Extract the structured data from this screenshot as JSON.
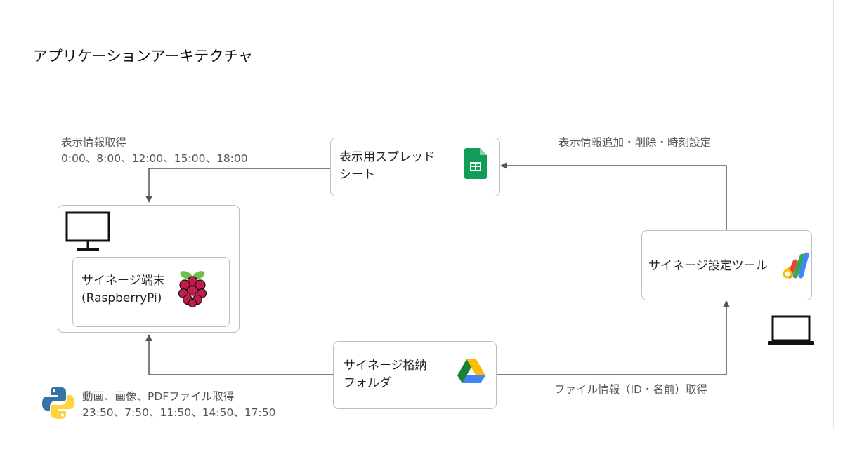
{
  "title": "アプリケーションアーキテクチャ",
  "nodes": {
    "spreadsheet": {
      "label": "表示用スプレッド\nシート",
      "icon": "google-sheets-icon"
    },
    "device": {
      "label": "サイネージ端末\n(RaspberryPi)",
      "icon": "raspberry-pi-icon",
      "outer_icon": "monitor-icon"
    },
    "settings_tool": {
      "label": "サイネージ設定ツール",
      "icon": "apps-script-icon",
      "outer_icon": "laptop-icon"
    },
    "folder": {
      "label": "サイネージ格納\nフォルダ",
      "icon": "google-drive-icon"
    }
  },
  "edges": {
    "sheet_to_device": {
      "line1": "表示情報取得",
      "line2": "0:00、8:00、12:00、15:00、18:00"
    },
    "tool_to_sheet": {
      "line1": "表示情報追加・削除・時刻設定"
    },
    "folder_to_device": {
      "line1": "動画、画像、PDFファイル取得",
      "line2": "23:50、7:50、11:50、14:50、17:50",
      "icon": "python-icon"
    },
    "folder_to_tool": {
      "line1": "ファイル情報（ID・名前）取得"
    }
  },
  "colors": {
    "sheets_green": "#0f9d58",
    "raspberry_red": "#c51a4a",
    "leaf_green": "#6cc04a",
    "drive_yellow": "#fbbc04",
    "drive_green": "#188038",
    "drive_blue": "#4285f4",
    "python_blue": "#3572a5",
    "python_yellow": "#ffd43b",
    "line": "#555555"
  }
}
